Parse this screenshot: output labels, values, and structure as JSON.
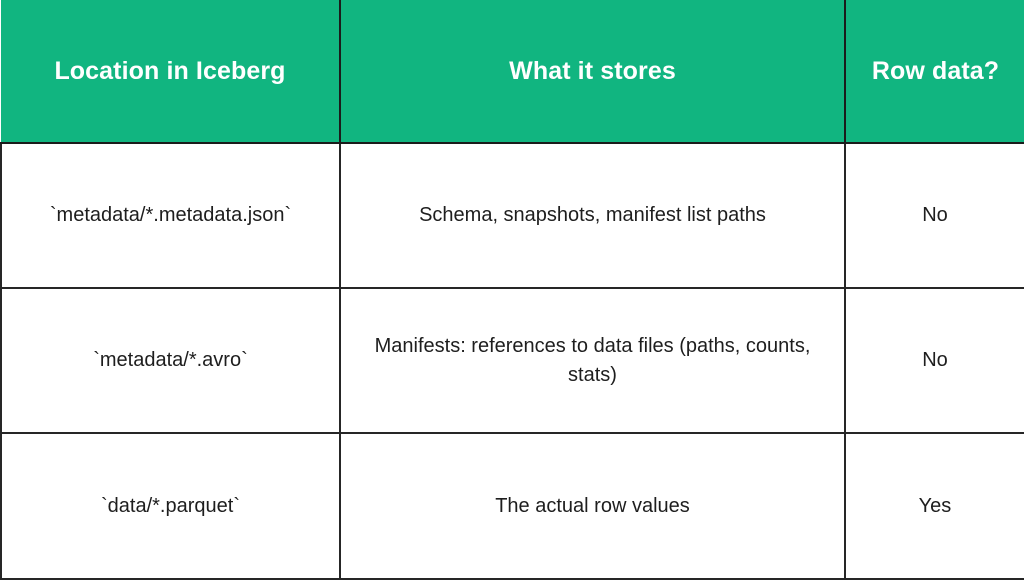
{
  "table": {
    "columns": [
      {
        "key": "location",
        "label": "Location in Iceberg"
      },
      {
        "key": "stores",
        "label": "What it stores"
      },
      {
        "key": "rowdata",
        "label": "Row data?"
      }
    ],
    "rows": [
      {
        "location": "`metadata/*.metadata.json`",
        "stores": "Schema, snapshots, manifest list paths",
        "rowdata": "No"
      },
      {
        "location": "`metadata/*.avro`",
        "stores": "Manifests: references to data files (paths, counts, stats)",
        "rowdata": "No"
      },
      {
        "location": "`data/*.parquet`",
        "stores": "The actual row values",
        "rowdata": "Yes"
      }
    ]
  },
  "colors": {
    "header_background": "#11B580",
    "header_text": "#FFFFFF",
    "body_background": "#FFFFFF",
    "body_text": "#1E1E1E",
    "border": "#262626"
  }
}
